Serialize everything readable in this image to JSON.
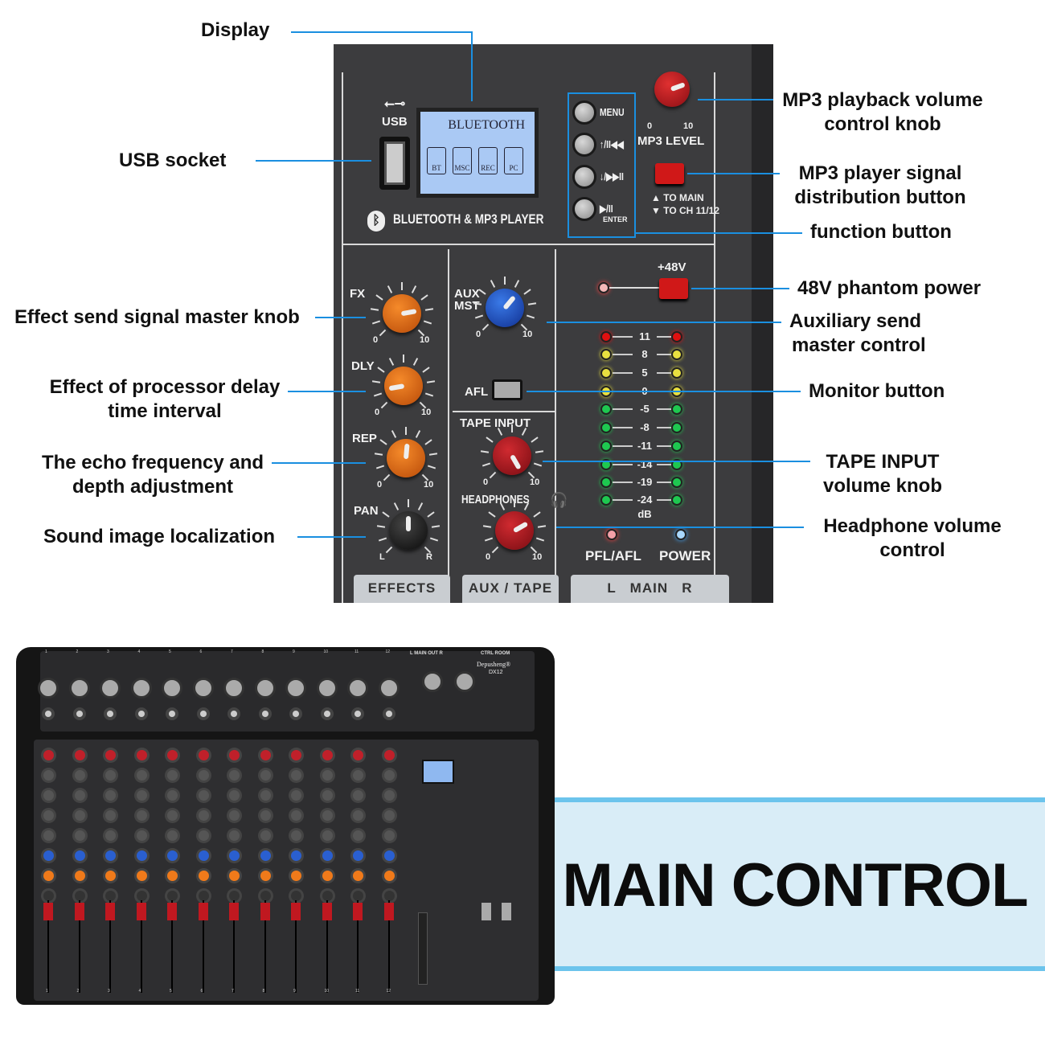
{
  "callouts": {
    "display": "Display",
    "usb_socket": "USB socket",
    "fx_master": "Effect send signal master knob",
    "delay": [
      "Effect of processor delay",
      "time interval"
    ],
    "echo": [
      "The echo frequency and",
      "depth adjustment"
    ],
    "pan": "Sound image localization",
    "mp3_volume": [
      "MP3 playback volume",
      "control knob"
    ],
    "mp3_distribution": [
      "MP3 player signal",
      "distribution button"
    ],
    "function_button": "function button",
    "phantom": "48V phantom power",
    "aux_master": [
      "Auxiliary send",
      "master control"
    ],
    "monitor": "Monitor button",
    "tape_input": [
      "TAPE INPUT",
      "volume knob"
    ],
    "headphone": [
      "Headphone volume",
      "control"
    ]
  },
  "panel": {
    "usb_label": "USB",
    "lcd": {
      "title": "BLUETOOTH",
      "modes": [
        "BT",
        "MSC",
        "REC",
        "PC"
      ]
    },
    "player_label": "BLUETOOTH & MP3 PLAYER",
    "buttons": [
      "MENU",
      "↑/II◀◀",
      "↓/▶▶II",
      "▶/II"
    ],
    "enter_label": "ENTER",
    "mp3_level": "MP3 LEVEL",
    "to_main": "▲ TO MAIN",
    "to_ch": "▼ TO CH 11/12",
    "fx": "FX",
    "dly": "DLY",
    "rep": "REP",
    "pan": "PAN",
    "aux_mst": "AUX MST",
    "afl": "AFL",
    "tape_input": "TAPE INPUT",
    "headphones": "HEADPHONES",
    "phantom_label": "+48V",
    "meter": [
      "11",
      "8",
      "5",
      "0",
      "-5",
      "-8",
      "-11",
      "-14",
      "-19",
      "-24"
    ],
    "meter_colors": [
      "#e01010",
      "#e8e040",
      "#e8e040",
      "#e8e040",
      "#1ec850",
      "#1ec850",
      "#1ec850",
      "#1ec850",
      "#1ec850",
      "#1ec850"
    ],
    "meter_unit": "dB",
    "pfl_afl": "PFL/AFL",
    "power": "POWER",
    "scale_min": "0",
    "scale_max": "10",
    "pan_left": "L",
    "pan_right": "R",
    "tabs": {
      "effects": "EFFECTS",
      "aux_tape": "AUX / TAPE",
      "main": "L   MAIN   R"
    }
  },
  "mixer": {
    "channels": [
      "1",
      "2",
      "3",
      "4",
      "5",
      "6",
      "7",
      "8",
      "9",
      "10",
      "11",
      "12"
    ],
    "main_out": "L MAIN OUT R",
    "ctrl_room": "CTRL ROOM",
    "brand": "Depusheng®",
    "model": "DX12"
  },
  "banner": {
    "title": "MAIN CONTROL"
  },
  "colors": {
    "callout_line": "#1a8fe0",
    "banner_bg": "#d9edf7",
    "banner_border": "#6cc4ec",
    "knob_orange": "#f07a1a",
    "knob_red": "#b01820",
    "knob_blue": "#1f5fd0"
  }
}
